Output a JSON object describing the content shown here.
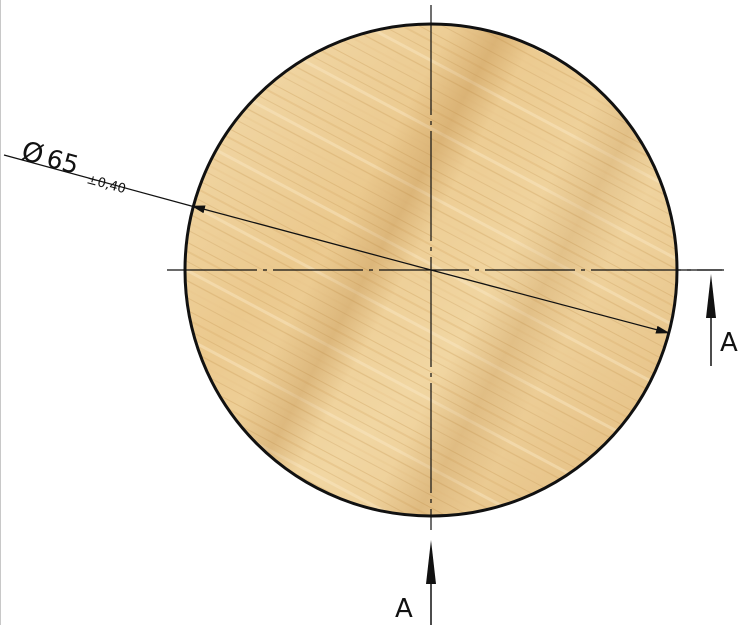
{
  "drawing": {
    "diameter_symbol": "Ø",
    "diameter_value": "65",
    "tolerance": "±0,40",
    "section_label_right": "A",
    "section_label_bottom": "A",
    "colors": {
      "wood_light": "#f2d8a8",
      "wood_mid": "#e6c086",
      "wood_dark": "#cf9f58",
      "outline": "#111111",
      "line": "#111111",
      "frame_edge": "#c8c8c8"
    }
  }
}
